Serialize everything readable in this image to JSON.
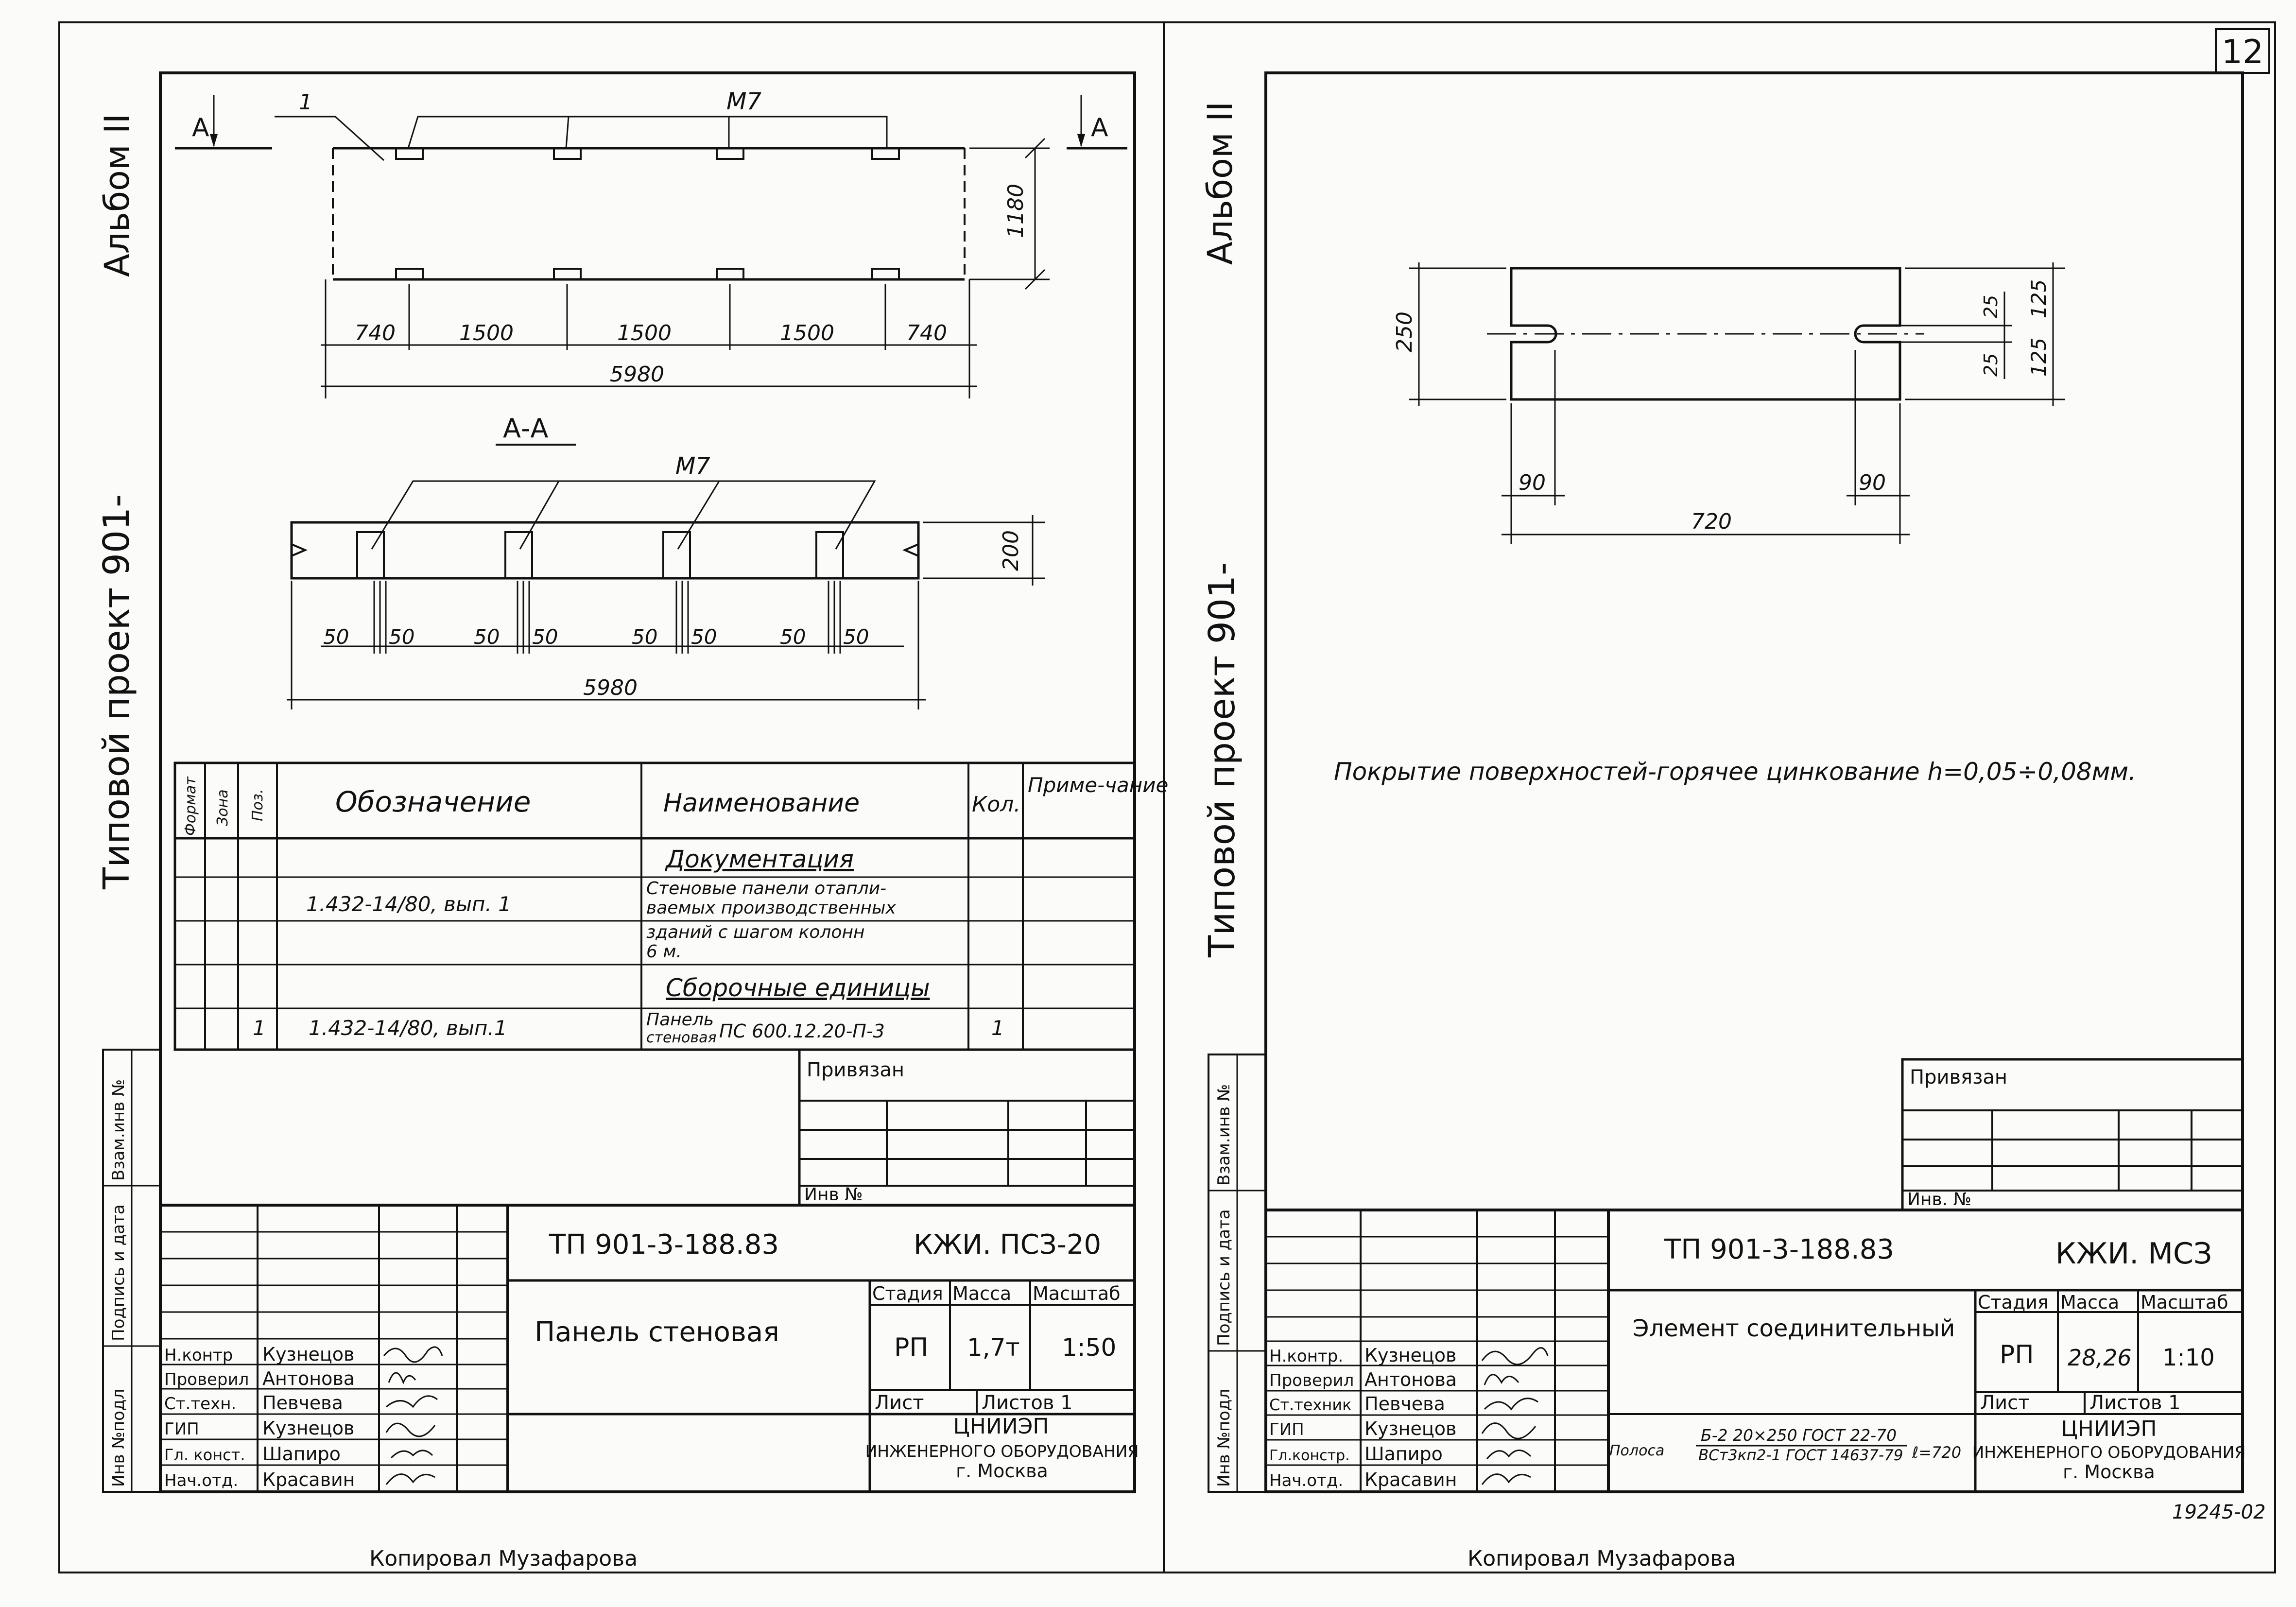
{
  "page_number": "12",
  "footer_left": "Копировал Музафарова",
  "footer_right": "Копировал Музафарова",
  "doc_code_small": "19245-02",
  "left": {
    "side_album": "Альбом II",
    "side_project": "Типовой проект 901-",
    "side_stamps": [
      "Инв №подл",
      "Подпись и дата",
      "Взам.инв №"
    ],
    "section_label": "А-А",
    "cut_label": "А",
    "item_num": "1",
    "part_label": "М7",
    "plan_dims": [
      "740",
      "1500",
      "1500",
      "1500",
      "740"
    ],
    "plan_total": "5980",
    "plan_height": "1180",
    "section_dims": [
      "50",
      "50",
      "50",
      "50",
      "50",
      "50",
      "50",
      "50"
    ],
    "section_total": "5980",
    "section_height": "200",
    "spec_headers": {
      "format": "Формат",
      "zone": "Зона",
      "pos": "Поз.",
      "designation": "Обозначение",
      "name": "Наименование",
      "qty": "Кол.",
      "note": "Приме-чание"
    },
    "spec_rows": {
      "doc_header": "Документация",
      "doc_designation": "1.432-14/80, вып. 1",
      "doc_name_1": "Стеновые панели отапли-",
      "doc_name_2": "ваемых производственных",
      "doc_name_3": "зданий с шагом колонн",
      "doc_name_4": "6 м.",
      "asm_header": "Сборочные единицы",
      "asm_pos": "1",
      "asm_designation": "1.432-14/80, вып.1",
      "asm_name_1": "Панель",
      "asm_name_2": "стеновая",
      "asm_name_mark": "ПС 600.12.20-П-3",
      "asm_qty": "1"
    },
    "privyazan": "Привязан",
    "inv_no": "Инв №",
    "doc_number": "ТП 901-3-188.83",
    "doc_mark": "КЖИ. ПСЗ-20",
    "title": "Панель стеновая",
    "stage_h": "Стадия",
    "mass_h": "Масса",
    "scale_h": "Масштаб",
    "stage": "РП",
    "mass": "1,7т",
    "scale": "1:50",
    "sheet": "Лист",
    "sheets": "Листов 1",
    "org_1": "ЦНИИЭП",
    "org_2": "ИНЖЕНЕРНОГО ОБОРУДОВАНИЯ",
    "org_3": "г. Москва",
    "roles": [
      "Н.контр",
      "Проверил",
      "Ст.техн.",
      "ГИП",
      "Гл. конст.",
      "Нач.отд."
    ],
    "names": [
      "Кузнецов",
      "Антонова",
      "Певчева",
      "Кузнецов",
      "Шапиро",
      "Красавин"
    ]
  },
  "right": {
    "side_album": "Альбом II",
    "side_project": "Типовой проект 901-",
    "side_stamps": [
      "Инв №подл",
      "Подпись и дата",
      "Взам.инв №"
    ],
    "dim_height": "250",
    "dim_top": "125",
    "dim_bottom": "125",
    "dim_slot_top": "25",
    "dim_slot_bottom": "25",
    "dim_left": "90",
    "dim_right": "90",
    "dim_total": "720",
    "note": "Покрытие поверхностей-горячее цинкование h=0,05÷0,08мм.",
    "privyazan": "Привязан",
    "inv_no": "Инв. №",
    "doc_number": "ТП 901-3-188.83",
    "doc_mark": "КЖИ. МСЗ",
    "title": "Элемент соединительный",
    "material_prefix": "Полоса",
    "material_top": "Б-2 20×250 ГОСТ 22-70",
    "material_bottom": "ВСт3кп2-1 ГОСТ 14637-79",
    "material_len": "ℓ=720",
    "stage_h": "Стадия",
    "mass_h": "Масса",
    "scale_h": "Масштаб",
    "stage": "РП",
    "mass": "28,26",
    "scale": "1:10",
    "sheet": "Лист",
    "sheets": "Листов 1",
    "org_1": "ЦНИИЭП",
    "org_2": "ИНЖЕНЕРНОГО ОБОРУДОВАНИЯ",
    "org_3": "г. Москва",
    "roles": [
      "Н.контр.",
      "Проверил",
      "Ст.техник",
      "ГИП",
      "Гл.констр.",
      "Нач.отд."
    ],
    "names": [
      "Кузнецов",
      "Антонова",
      "Певчева",
      "Кузнецов",
      "Шапиро",
      "Красавин"
    ]
  }
}
